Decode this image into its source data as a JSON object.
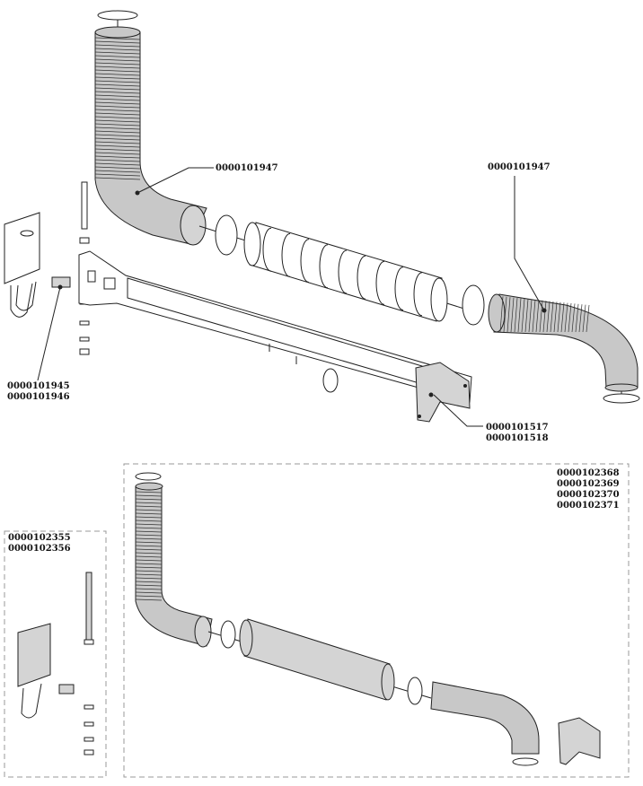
{
  "top_assembly": {
    "hose_left_label": "0000101947",
    "hose_right_label": "0000101947",
    "wall_bracket_labels": [
      "0000101945",
      "0000101946"
    ],
    "end_bracket_labels": [
      "0000101517",
      "0000101518"
    ]
  },
  "bottom_left_kit": {
    "labels": [
      "0000102355",
      "0000102356"
    ]
  },
  "bottom_right_kit": {
    "labels": [
      "0000102368",
      "0000102369",
      "0000102370",
      "0000102371"
    ]
  }
}
